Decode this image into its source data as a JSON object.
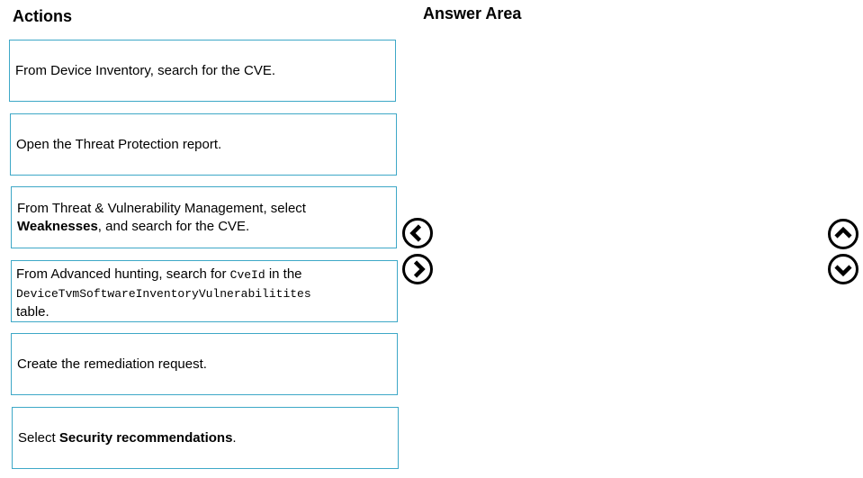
{
  "headings": {
    "actions": "Actions",
    "answer_area": "Answer Area"
  },
  "actions": [
    {
      "text": "From Device Inventory, search for the CVE."
    },
    {
      "text": "Open the Threat Protection report."
    },
    {
      "line1": "From Threat & Vulnerability Management, select",
      "bold": "Weaknesses",
      "tail": ", and search for the CVE."
    },
    {
      "pre": "From Advanced hunting, search for ",
      "code1": "CveId",
      "mid": " in the",
      "code2": "DeviceTvmSoftwareInventoryVulnerabilitites",
      "post": "table."
    },
    {
      "text": "Create the remediation request."
    },
    {
      "pre": "Select ",
      "bold": "Security recommendations",
      "post": "."
    }
  ],
  "controls": {
    "move_left": "left-arrow-icon",
    "move_right": "right-arrow-icon",
    "move_up": "up-arrow-icon",
    "move_down": "down-arrow-icon"
  }
}
